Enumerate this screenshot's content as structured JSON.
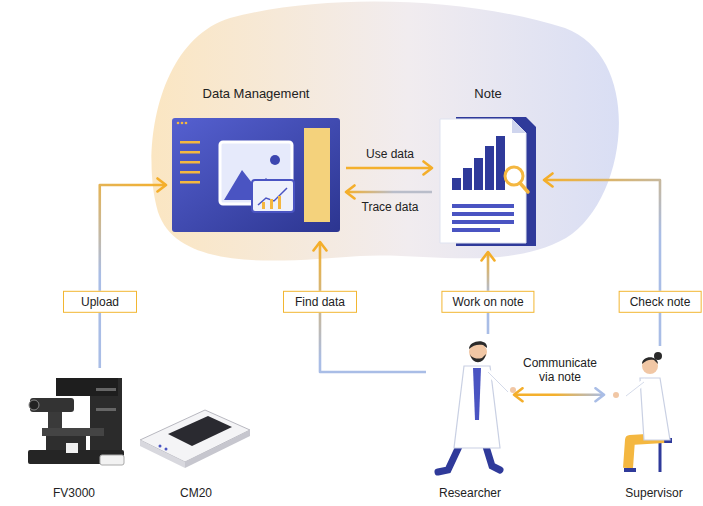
{
  "diagram": {
    "nodes": [
      {
        "text": [
          "Data Management"
        ]
      },
      {
        "text": [
          "Note"
        ]
      },
      {
        "text": [
          "FV3000"
        ]
      },
      {
        "text": [
          "CM20"
        ]
      },
      {
        "text": [
          "Researcher"
        ]
      },
      {
        "text": [
          "Supervisor"
        ]
      }
    ],
    "edges": [
      {
        "from": 2,
        "to": 0,
        "arrow": "to",
        "label": "Upload"
      },
      {
        "from": 0,
        "to": 1,
        "arrow": "to",
        "label": "Use data"
      },
      {
        "from": 1,
        "to": 0,
        "arrow": "to",
        "label": "Trace data"
      },
      {
        "from": 4,
        "to": 0,
        "arrow": "to",
        "label": "Find data"
      },
      {
        "from": 4,
        "to": 1,
        "arrow": "to",
        "label": "Work on note"
      },
      {
        "from": 5,
        "to": 1,
        "arrow": "to",
        "label": "Check note"
      },
      {
        "from": 4,
        "to": 5,
        "arrow": "both",
        "label": "Communicate via note"
      }
    ]
  }
}
